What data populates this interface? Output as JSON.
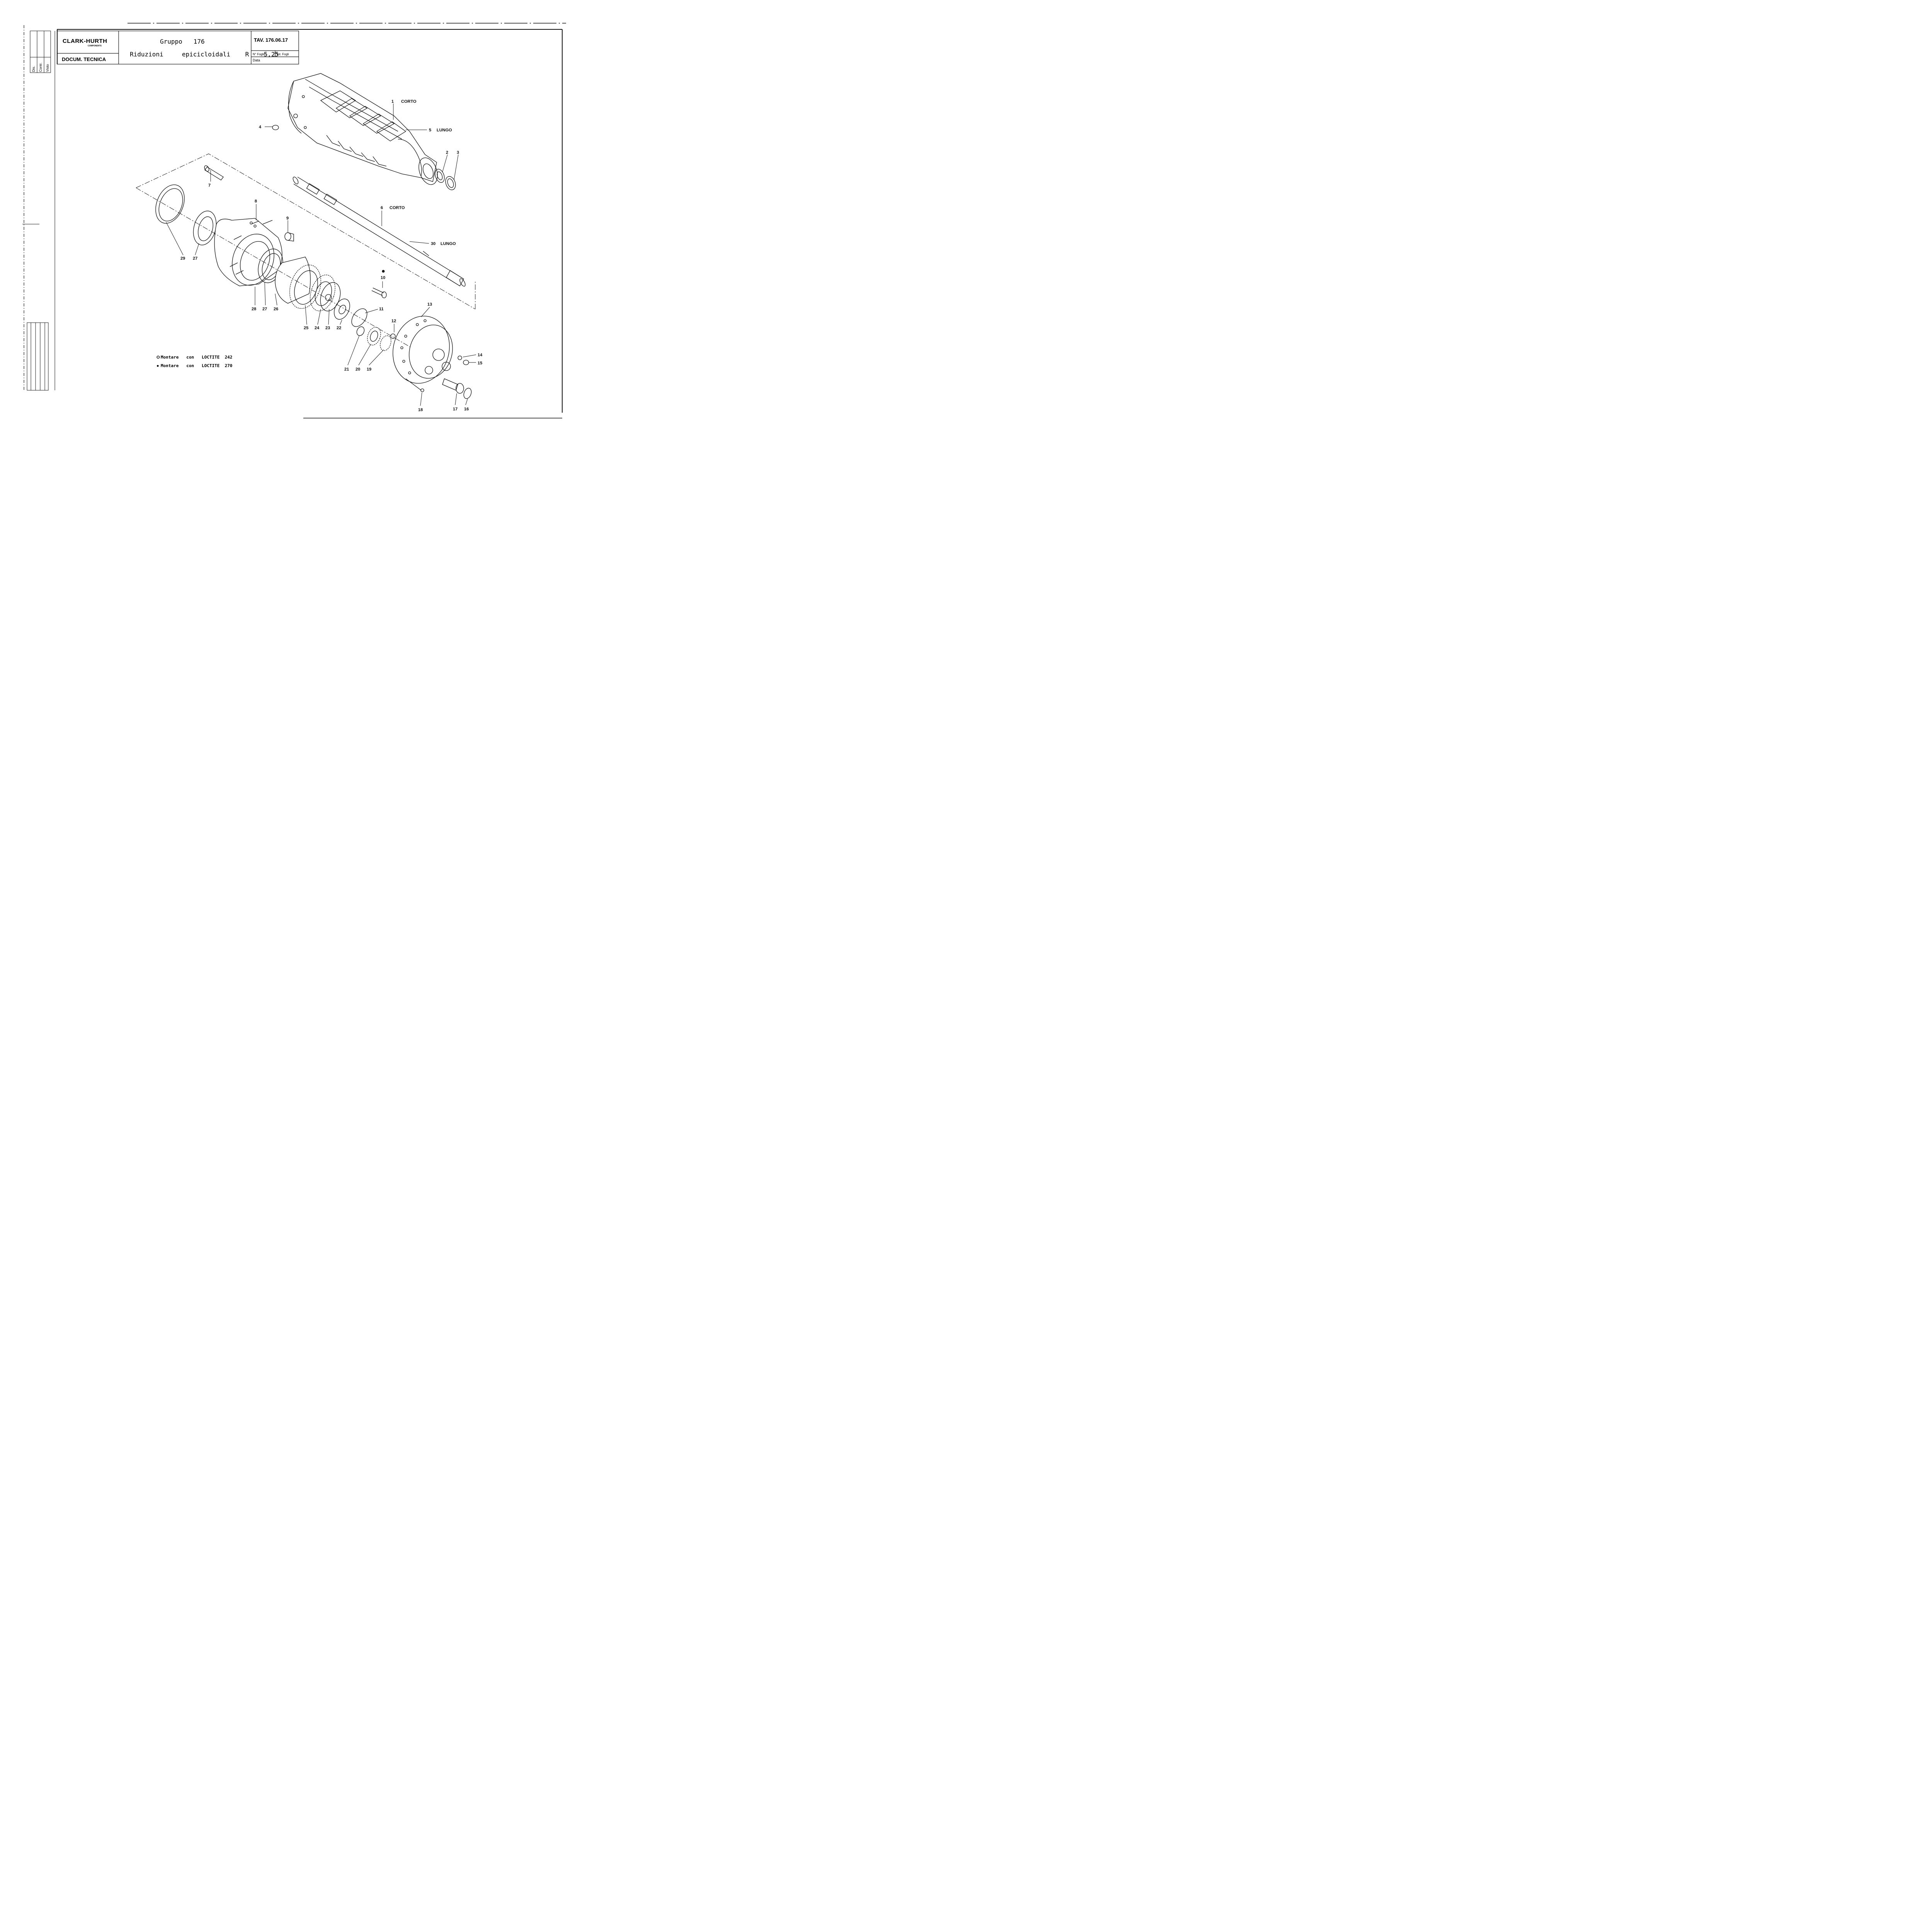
{
  "title_block": {
    "logo": "CLARK-HURTH",
    "logo_sub": "COMPONENTS",
    "docum": "DOCUM. TECNICA",
    "group": "Gruppo   176",
    "description": "Riduzioni     epicicloidali    R    5,25",
    "tav": "TAV. 176.06.17",
    "n_foglio": "N° Foglio",
    "tot_fogli": "Tot. Fogli",
    "data": "Data"
  },
  "side_block": {
    "dis": "Dis.",
    "contr": "Contr.",
    "visto": "Visto"
  },
  "notes": [
    {
      "symbol": "O",
      "text": "Montare   con   LOCTITE  242"
    },
    {
      "symbol": "●",
      "text": "Montare   con   LOCTITE  270"
    }
  ],
  "callouts": {
    "c1": "1",
    "c1_text": "CORTO",
    "c5": "5",
    "c5_text": "LUNGO",
    "c2": "2",
    "c3": "3",
    "c4": "4",
    "c6": "6",
    "c6_text": "CORTO",
    "c30": "30",
    "c30_text": "LUNGO",
    "c7": "7",
    "c8": "8",
    "c9": "9",
    "c10": "10",
    "c11": "11",
    "c12": "12",
    "c13": "13",
    "c14": "14",
    "c15": "15",
    "c16": "16",
    "c17": "17",
    "c18": "18",
    "c19": "19",
    "c20": "20",
    "c21": "21",
    "c22": "22",
    "c23": "23",
    "c24": "24",
    "c25": "25",
    "c26": "26",
    "c27a": "27",
    "c27b": "27",
    "c28": "28",
    "c29": "29"
  }
}
